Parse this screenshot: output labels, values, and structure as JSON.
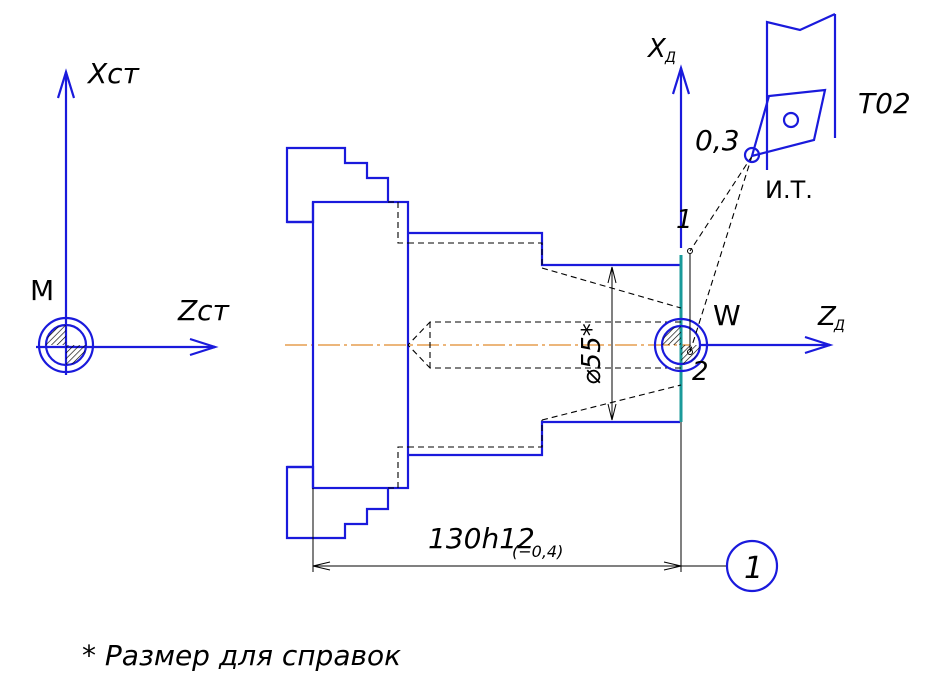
{
  "labels": {
    "machine_zero": "M",
    "x_machine": "Xст",
    "z_machine": "Zст",
    "x_part": "X",
    "x_part_sub": "Д",
    "z_part": "Z",
    "z_part_sub": "Д",
    "workpiece_zero": "W",
    "tool_number": "T02",
    "tool_radius": "0,3",
    "tool_tip": "И.Т.",
    "point_1": "1",
    "point_2": "2",
    "diameter": "⌀55*",
    "length_dim": "130h12",
    "length_tol": "(−0,4)",
    "balloon": "1",
    "footnote": "* Размер для справок"
  },
  "colors": {
    "contour": "#1a1adc",
    "face_edge": "#1a9a9a",
    "centerline": "#e08a2c",
    "annotation": "#000000"
  }
}
